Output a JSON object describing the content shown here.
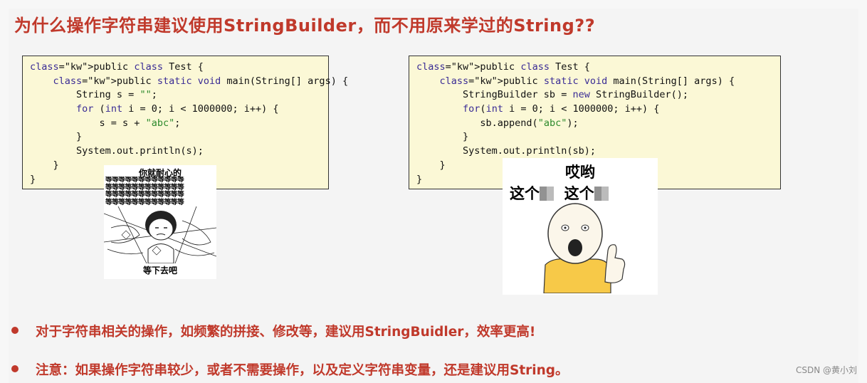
{
  "title": "为什么操作字符串建议使用StringBuilder，而不用原来学过的String??",
  "code_left": [
    "public class Test {",
    "    public static void main(String[] args) {",
    "        String s = \"\";",
    "        for (int i = 0; i < 1000000; i++) {",
    "            s = s + \"abc\";",
    "        }",
    "        System.out.println(s);",
    "    }",
    "}"
  ],
  "code_right": [
    "public class Test {",
    "    public static void main(String[] args) {",
    "        StringBuilder sb = new StringBuilder();",
    "        for(int i = 0; i < 1000000; i++) {",
    "           sb.append(\"abc\");",
    "        }",
    "        System.out.println(sb);",
    "    }",
    "}"
  ],
  "meme_left": {
    "top": "你就耐心的",
    "rows": [
      "等等等等等等等等等等等等",
      "等等等等等等等等等等等等",
      "等等等等等等等等等等等等",
      "等等等等等等等等等等等等"
    ],
    "bottom": "等下去吧"
  },
  "meme_right": {
    "line1": "哎哟",
    "line2a": "这个",
    "line2b": "这个"
  },
  "bullets": [
    "对于字符串相关的操作，如频繁的拼接、修改等，建议用StringBuidler，效率更高!",
    "注意：如果操作字符串较少，或者不需要操作，以及定义字符串变量，还是建议用String。"
  ],
  "watermark": "CSDN @黄小刘",
  "colors": {
    "title": "#c0392b",
    "code_bg": "#fbf8d6",
    "keyword": "#3a2c95",
    "string": "#2c8a2c"
  }
}
